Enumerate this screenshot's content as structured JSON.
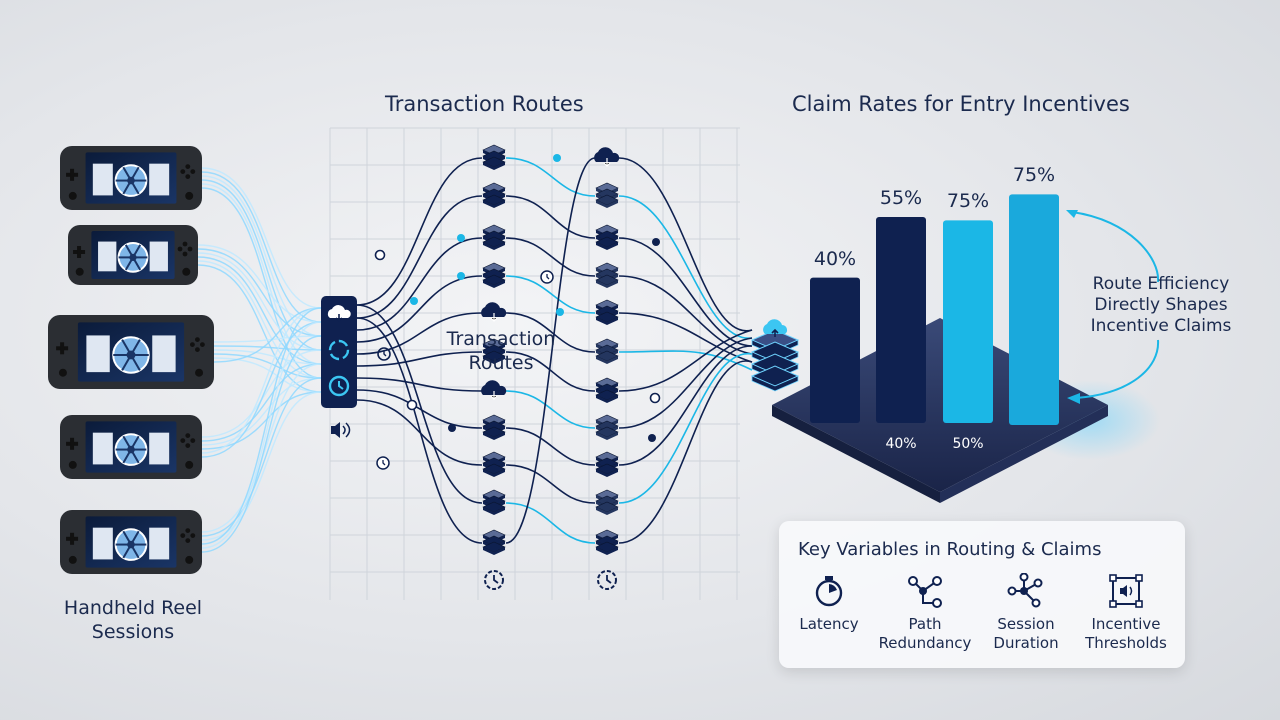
{
  "left": {
    "label_line1": "Handheld Reel",
    "label_line2": "Sessions"
  },
  "routes": {
    "title": "Transaction Routes",
    "center_line1": "Transaction",
    "center_line2": "Routes"
  },
  "claims": {
    "title": "Claim Rates for Entry Incentives",
    "note_line1": "Route Efficiency",
    "note_line2": "Directly Shapes",
    "note_line3": "Incentive Claims"
  },
  "chart_data": {
    "type": "bar",
    "title": "Claim Rates for Entry Incentives",
    "values": [
      40,
      55,
      75,
      75
    ],
    "value_labels": [
      "40%",
      "55%",
      "75%",
      "75%"
    ],
    "base_labels": [
      "",
      "40%",
      "50%",
      ""
    ],
    "colors": [
      "#0f2150",
      "#0f2150",
      "#1bb7e6",
      "#1aa9dc"
    ],
    "ylim": [
      0,
      100
    ]
  },
  "variables": {
    "title": "Key Variables in Routing & Claims",
    "items": [
      {
        "line1": "Latency",
        "line2": "",
        "icon": "stopwatch-icon"
      },
      {
        "line1": "Path",
        "line2": "Redundancy",
        "icon": "network-icon"
      },
      {
        "line1": "Session",
        "line2": "Duration",
        "icon": "network-icon"
      },
      {
        "line1": "Incentive",
        "line2": "Thresholds",
        "icon": "threshold-icon"
      }
    ]
  },
  "colors": {
    "navy": "#0f2150",
    "accent": "#1bb7e6",
    "device": "#2b2e33"
  }
}
